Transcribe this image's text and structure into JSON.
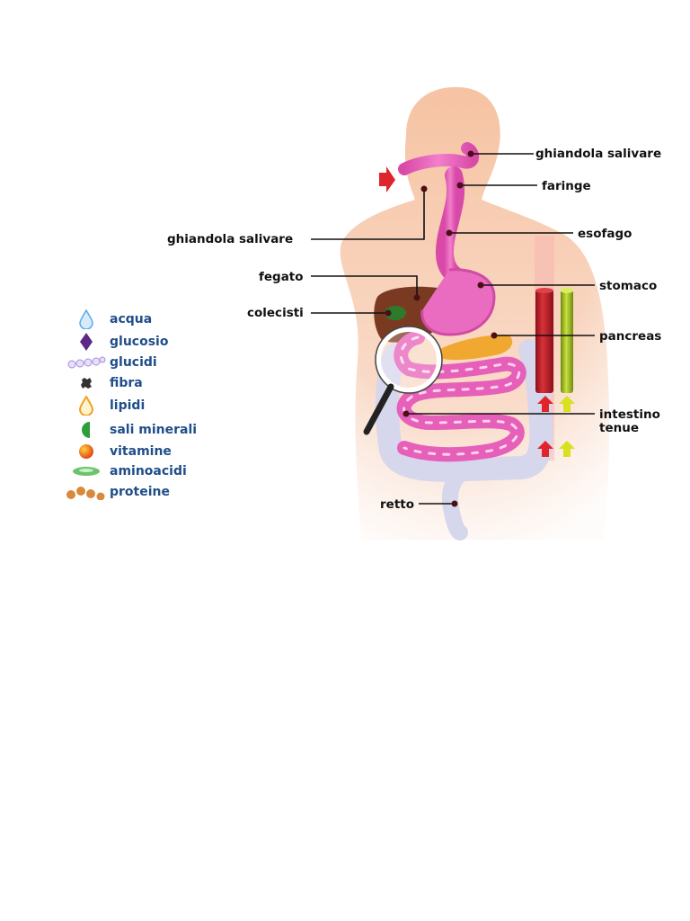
{
  "labels": {
    "salivary_top": "ghiandola salivare",
    "pharynx": "faringe",
    "salivary_left": "ghiandola salivare",
    "esophagus": "esofago",
    "liver": "fegato",
    "stomach": "stomaco",
    "gallbladder": "colecisti",
    "pancreas": "pancreas",
    "small_intestine_line1": "intestino",
    "small_intestine_line2": "tenue",
    "rectum": "retto"
  },
  "legend": [
    {
      "icon": "water-drop-icon",
      "label": "acqua",
      "color": "#5aa9e6"
    },
    {
      "icon": "diamond-icon",
      "label": "glucosio",
      "color": "#5b2a86"
    },
    {
      "icon": "bead-chain-icon",
      "label": "glucidi",
      "color": "#b9a6e0"
    },
    {
      "icon": "fiber-icon",
      "label": "fibra",
      "color": "#333333"
    },
    {
      "icon": "oil-drop-icon",
      "label": "lipidi",
      "color": "#f0a020"
    },
    {
      "icon": "half-circle-icon",
      "label": "sali minerali",
      "color": "#2e9e3a"
    },
    {
      "icon": "orange-ball-icon",
      "label": "vitamine",
      "color": "#f07010"
    },
    {
      "icon": "green-ellipse-icon",
      "label": "aminoacidi",
      "color": "#6cc36c"
    },
    {
      "icon": "chain-icon",
      "label": "proteine",
      "color": "#d88a3a"
    }
  ],
  "colors": {
    "body": "#f8c9ad",
    "digestive_tract": "#e65fb8",
    "liver": "#7a3a22",
    "pancreas": "#f0a830",
    "colon": "#d8d8ec",
    "blood_vessel": "#c0262c",
    "lymph_vessel": "#a8c830",
    "arrow_red": "#e0242c",
    "arrow_yellow": "#d8e020"
  }
}
